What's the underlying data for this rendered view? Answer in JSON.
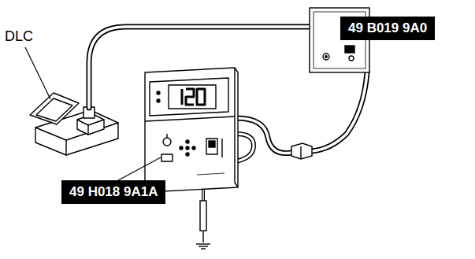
{
  "diagram": {
    "labels": [
      "DLC",
      "49 B019 9A0",
      "49 H018 9A1A"
    ]
  }
}
